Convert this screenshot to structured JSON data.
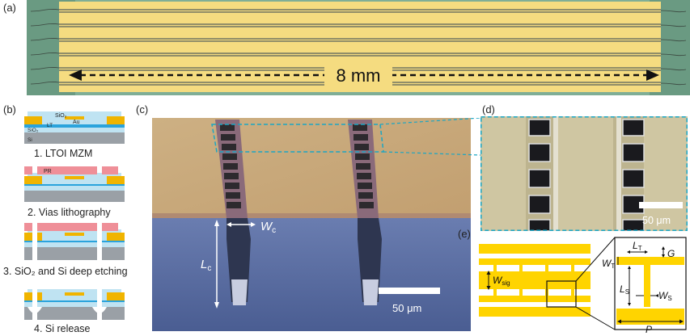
{
  "figure": {
    "panels": {
      "a": {
        "label": "(a)",
        "length_label": "8 mm"
      },
      "b": {
        "label": "(b)",
        "layer_labels": {
          "sio2_top": "SiO₂",
          "au": "Au",
          "lt": "LT",
          "sio2_bottom": "SiO₂",
          "si": "Si",
          "pr": "PR"
        },
        "steps": [
          "1. LTOI MZM",
          "2. Vias lithography",
          "3. SiO₂ and Si deep etching",
          "4. Si release"
        ]
      },
      "c": {
        "label": "(c)",
        "wc_label": "W",
        "wc_sub": "c",
        "lc_label": "L",
        "lc_sub": "c",
        "scale_bar": "50 μm"
      },
      "d": {
        "label": "(d)",
        "scale_bar": "50 μm"
      },
      "e": {
        "label": "(e)",
        "wsig_label": "W",
        "wsig_sub": "sig",
        "lt_label": "L",
        "lt_sub": "T",
        "g_label": "G",
        "wt_label": "W",
        "wt_sub": "T",
        "ls_label": "L",
        "ls_sub": "S",
        "ws_label": "W",
        "ws_sub": "S",
        "p_label": "P"
      }
    },
    "colors": {
      "gold": "#f5dc80",
      "gold_bright": "#ffd400",
      "teal": "#6b9e86",
      "sem_gold": "#c8a77a",
      "sem_blue": "#5a6fa2",
      "accent_cyan": "#1aa6c4",
      "pink": "#e8707a",
      "sio2": "#bfe3f2",
      "lt": "#2aa3dc",
      "si": "#9aa0a6"
    }
  }
}
